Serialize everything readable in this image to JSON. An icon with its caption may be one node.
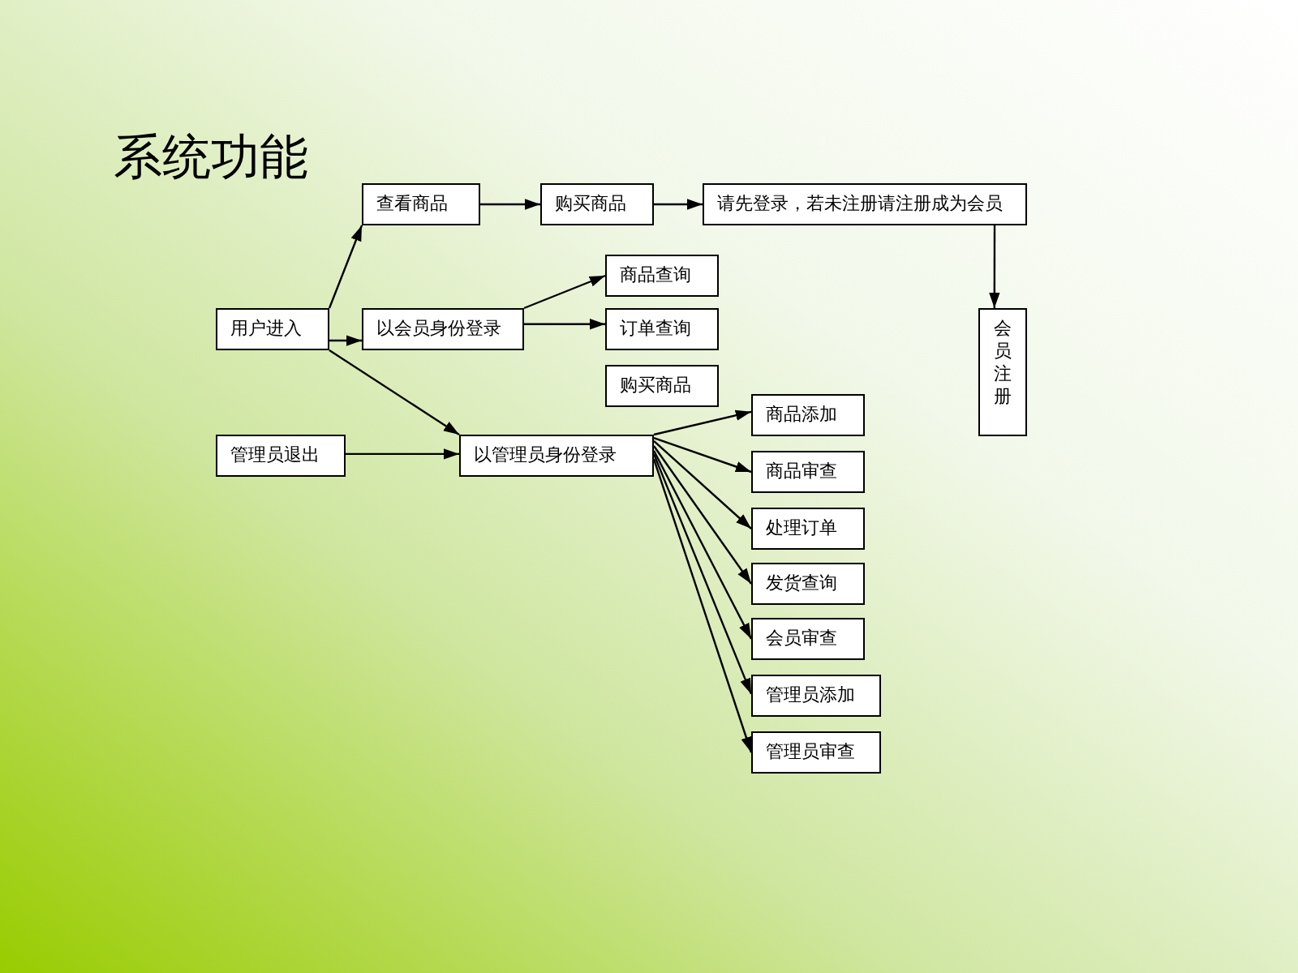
{
  "diagram": {
    "title": "系统功能",
    "nodes": [
      {
        "text": [
          "查看商品"
        ]
      },
      {
        "text": [
          "购买商品"
        ]
      },
      {
        "text": [
          "请先登录，若未注册请注册成为会员"
        ]
      },
      {
        "text": [
          "用户进入"
        ]
      },
      {
        "text": [
          "以会员身份登录"
        ]
      },
      {
        "text": [
          "商品查询"
        ]
      },
      {
        "text": [
          "订单查询"
        ]
      },
      {
        "text": [
          "购买商品"
        ]
      },
      {
        "text": [
          "会员注册"
        ]
      },
      {
        "text": [
          "管理员退出"
        ]
      },
      {
        "text": [
          "以管理员身份登录"
        ]
      },
      {
        "text": [
          "商品添加"
        ]
      },
      {
        "text": [
          "商品审查"
        ]
      },
      {
        "text": [
          "处理订单"
        ]
      },
      {
        "text": [
          "发货查询"
        ]
      },
      {
        "text": [
          "会员审查"
        ]
      },
      {
        "text": [
          "管理员添加"
        ]
      },
      {
        "text": [
          "管理员审查"
        ]
      }
    ],
    "edges": [
      {
        "from": 3,
        "to": 0,
        "arrow": "to"
      },
      {
        "from": 0,
        "to": 1,
        "arrow": "to"
      },
      {
        "from": 1,
        "to": 2,
        "arrow": "to"
      },
      {
        "from": 2,
        "to": 8,
        "arrow": "to"
      },
      {
        "from": 3,
        "to": 4,
        "arrow": "to"
      },
      {
        "from": 4,
        "to": 5,
        "arrow": "to"
      },
      {
        "from": 4,
        "to": 6,
        "arrow": "to"
      },
      {
        "from": 3,
        "to": 10,
        "arrow": "to"
      },
      {
        "from": 9,
        "to": 10,
        "arrow": "to"
      },
      {
        "from": 10,
        "to": 11,
        "arrow": "to"
      },
      {
        "from": 10,
        "to": 12,
        "arrow": "to"
      },
      {
        "from": 10,
        "to": 13,
        "arrow": "to"
      },
      {
        "from": 10,
        "to": 14,
        "arrow": "to"
      },
      {
        "from": 10,
        "to": 15,
        "arrow": "to"
      },
      {
        "from": 10,
        "to": 16,
        "arrow": "to"
      },
      {
        "from": 10,
        "to": 17,
        "arrow": "to"
      }
    ]
  }
}
